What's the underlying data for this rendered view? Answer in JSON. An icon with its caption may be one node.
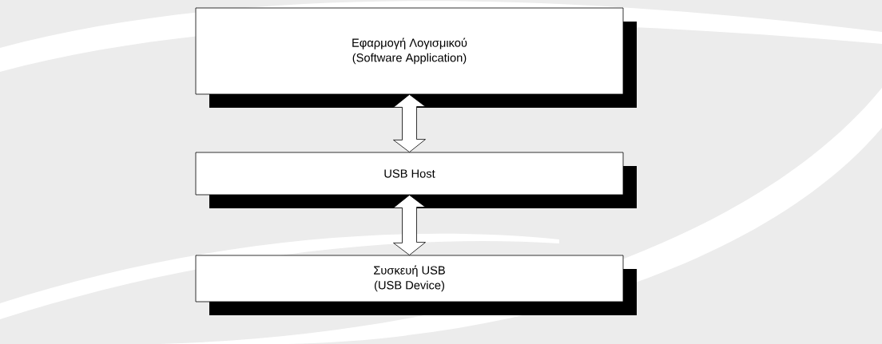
{
  "diagram": {
    "nodes": [
      {
        "text": [
          "Εφαρμογή Λογισμικού",
          "(Software Application)"
        ]
      },
      {
        "text": [
          "USB Host"
        ]
      },
      {
        "text": [
          "Συσκευή USB",
          "(USB Device)"
        ]
      }
    ],
    "edges": [
      {
        "from": 0,
        "to": 1,
        "arrow": "both"
      },
      {
        "from": 1,
        "to": 2,
        "arrow": "both"
      }
    ]
  }
}
